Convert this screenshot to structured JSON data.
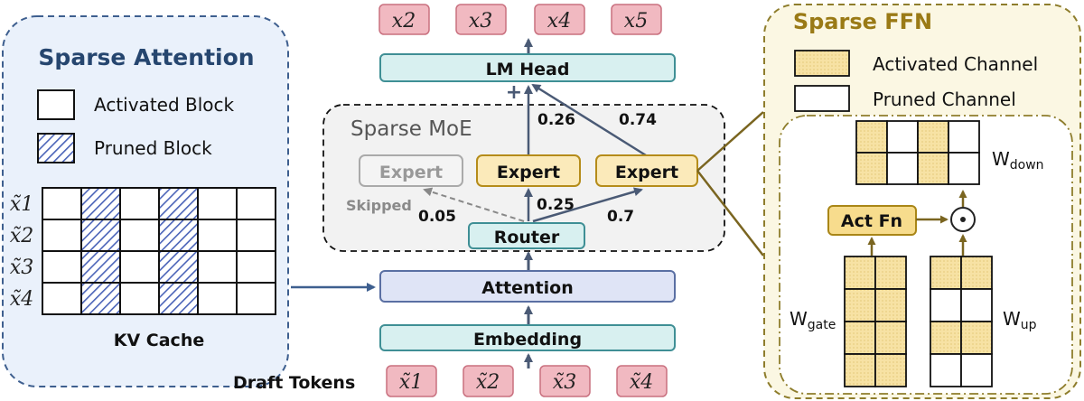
{
  "sparse_attention": {
    "title": "Sparse Attention",
    "legend_activated": "Activated Block",
    "legend_pruned": "Pruned Block",
    "kv_cache_label": "KV Cache",
    "row_labels": [
      "x̃1",
      "x̃2",
      "x̃3",
      "x̃4"
    ],
    "pruned_columns": [
      1,
      3
    ]
  },
  "model": {
    "outputs": [
      "x2",
      "x3",
      "x4",
      "x5"
    ],
    "lm_head": "LM Head",
    "plus": "+",
    "moe_title": "Sparse MoE",
    "expert_skipped": "Expert",
    "expert_1": "Expert",
    "expert_2": "Expert",
    "skipped": "Skipped",
    "weights": {
      "skipped": "0.05",
      "expert_1": "0.25",
      "expert_2": "0.7"
    },
    "head_weights": {
      "expert_1": "0.26",
      "expert_2": "0.74"
    },
    "router": "Router",
    "attention": "Attention",
    "embedding": "Embedding",
    "draft_tokens_label": "Draft Tokens",
    "draft_tokens": [
      "x̃1",
      "x̃2",
      "x̃3",
      "x̃4"
    ]
  },
  "sparse_ffn": {
    "title": "Sparse FFN",
    "legend_activated": "Activated Channel",
    "legend_pruned": "Pruned Channel",
    "act_fn": "Act Fn",
    "w_down": "W",
    "w_down_sub": "down",
    "w_gate": "W",
    "w_gate_sub": "gate",
    "w_up": "W",
    "w_up_sub": "up",
    "odot": "⊙"
  },
  "colors": {
    "attention_bg": "#eaf1fb",
    "attention_border": "#3e5f8f",
    "pruned_hatch": "#4a63b8",
    "token_fill": "#f1b9c1",
    "token_border": "#c9707f",
    "teal_fill": "#d8f0f0",
    "teal_border": "#3f8f95",
    "attn_box_fill": "#dfe4f6",
    "expert_fill": "#fbeaba",
    "expert_border": "#b58c1a",
    "moe_bg": "#f2f2f2",
    "ffn_bg": "#fbf7e3",
    "ffn_border": "#8e7d2c",
    "ffn_activated": "#f6e0a0"
  }
}
